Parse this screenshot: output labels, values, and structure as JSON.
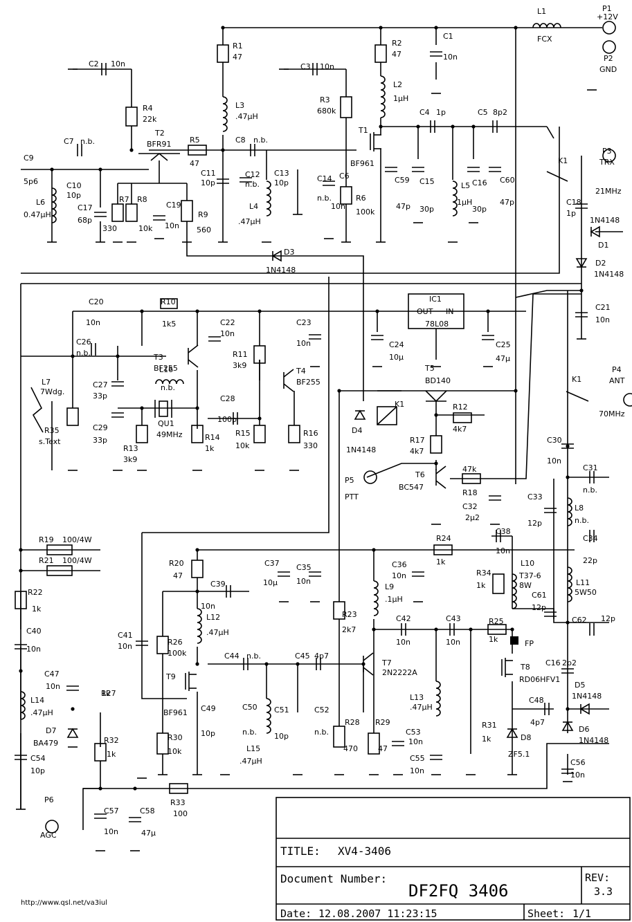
{
  "title_block": {
    "title_label": "TITLE:",
    "title_value": "XV4-3406",
    "docnum_label": "Document Number:",
    "docnum_value": "DF2FQ 3406",
    "rev_label": "REV:",
    "rev_value": "3.3",
    "date_label": "Date:",
    "date_value": "12.08.2007 11:23:15",
    "sheet_label": "Sheet:",
    "sheet_value": "1/1"
  },
  "url": "http://www.qsl.net/va3iul",
  "labels": [
    {
      "id": "p1",
      "t": "P1"
    },
    {
      "id": "p1v",
      "t": "+12V"
    },
    {
      "id": "p2",
      "t": "P2"
    },
    {
      "id": "p2v",
      "t": "GND"
    },
    {
      "id": "l1",
      "t": "L1"
    },
    {
      "id": "l1v",
      "t": "FCX"
    },
    {
      "id": "p3",
      "t": "P3"
    },
    {
      "id": "p3v",
      "t": "TRX"
    },
    {
      "id": "p3f",
      "t": "21MHz"
    },
    {
      "id": "p4",
      "t": "P4"
    },
    {
      "id": "p4v",
      "t": "ANT"
    },
    {
      "id": "p4f",
      "t": "70MHz"
    },
    {
      "id": "p5",
      "t": "P5"
    },
    {
      "id": "p5v",
      "t": "PTT"
    },
    {
      "id": "p6",
      "t": "P6"
    },
    {
      "id": "p6v",
      "t": "AGC"
    },
    {
      "id": "r1",
      "t": "R1"
    },
    {
      "id": "r1v",
      "t": "47"
    },
    {
      "id": "r2",
      "t": "R2"
    },
    {
      "id": "r2v",
      "t": "47"
    },
    {
      "id": "c1",
      "t": "C1"
    },
    {
      "id": "c1v",
      "t": "10n"
    },
    {
      "id": "c2",
      "t": "C2"
    },
    {
      "id": "c2v",
      "t": "10n"
    },
    {
      "id": "c3",
      "t": "C3"
    },
    {
      "id": "c3v",
      "t": "10n"
    },
    {
      "id": "r3",
      "t": "R3"
    },
    {
      "id": "r3v",
      "t": "680k"
    },
    {
      "id": "l2",
      "t": "L2"
    },
    {
      "id": "l2v",
      "t": "1µH"
    },
    {
      "id": "r4",
      "t": "R4"
    },
    {
      "id": "r4v",
      "t": "22k"
    },
    {
      "id": "l3",
      "t": "L3"
    },
    {
      "id": "l3v",
      "t": ".47µH"
    },
    {
      "id": "c4",
      "t": "C4"
    },
    {
      "id": "c4v",
      "t": "1p"
    },
    {
      "id": "c5",
      "t": "C5"
    },
    {
      "id": "c5v",
      "t": "8p2"
    },
    {
      "id": "t2",
      "t": "T2"
    },
    {
      "id": "t2v",
      "t": "BFR91"
    },
    {
      "id": "r5",
      "t": "R5"
    },
    {
      "id": "r5v",
      "t": "47"
    },
    {
      "id": "c7",
      "t": "C7"
    },
    {
      "id": "c7v",
      "t": "n.b."
    },
    {
      "id": "c8",
      "t": "C8"
    },
    {
      "id": "c8v",
      "t": "n.b."
    },
    {
      "id": "t1",
      "t": "T1"
    },
    {
      "id": "t1v",
      "t": "BF961"
    },
    {
      "id": "k1a",
      "t": "K1"
    },
    {
      "id": "c9",
      "t": "C9"
    },
    {
      "id": "c9v",
      "t": "5p6"
    },
    {
      "id": "c10",
      "t": "C10"
    },
    {
      "id": "c10v",
      "t": "10p"
    },
    {
      "id": "c11",
      "t": "C11"
    },
    {
      "id": "c11v",
      "t": "10p"
    },
    {
      "id": "c12",
      "t": "C12"
    },
    {
      "id": "c12v",
      "t": "n.b."
    },
    {
      "id": "c13",
      "t": "C13"
    },
    {
      "id": "c13v",
      "t": "10p"
    },
    {
      "id": "c14",
      "t": "C14"
    },
    {
      "id": "c14v",
      "t": "n.b."
    },
    {
      "id": "c6",
      "t": "C6"
    },
    {
      "id": "c6v",
      "t": "10n"
    },
    {
      "id": "c59",
      "t": "C59"
    },
    {
      "id": "c59v",
      "t": "47p"
    },
    {
      "id": "c15",
      "t": "C15"
    },
    {
      "id": "c15v",
      "t": "30p"
    },
    {
      "id": "l5",
      "t": "L5"
    },
    {
      "id": "l5v",
      "t": "1µH"
    },
    {
      "id": "c16",
      "t": "C16"
    },
    {
      "id": "c16v",
      "t": "30p"
    },
    {
      "id": "c60",
      "t": "C60"
    },
    {
      "id": "c60v",
      "t": "47p"
    },
    {
      "id": "l6",
      "t": "L6"
    },
    {
      "id": "l6v",
      "t": "0.47µH"
    },
    {
      "id": "c17",
      "t": "C17"
    },
    {
      "id": "c17v",
      "t": "68p"
    },
    {
      "id": "r7",
      "t": "R7"
    },
    {
      "id": "r7v",
      "t": "330"
    },
    {
      "id": "r8",
      "t": "R8"
    },
    {
      "id": "r8v",
      "t": "10k"
    },
    {
      "id": "c19",
      "t": "C19"
    },
    {
      "id": "c19v",
      "t": "10n"
    },
    {
      "id": "r9",
      "t": "R9"
    },
    {
      "id": "r9v",
      "t": "560"
    },
    {
      "id": "l4",
      "t": "L4"
    },
    {
      "id": "l4v",
      "t": ".47µH"
    },
    {
      "id": "r6",
      "t": "R6"
    },
    {
      "id": "r6v",
      "t": "100k"
    },
    {
      "id": "c18",
      "t": "C18"
    },
    {
      "id": "c18v",
      "t": "1p"
    },
    {
      "id": "d1v",
      "t": "1N4148"
    },
    {
      "id": "d1",
      "t": "D1"
    },
    {
      "id": "d2",
      "t": "D2"
    },
    {
      "id": "d2v",
      "t": "1N4148"
    },
    {
      "id": "d3",
      "t": "D3"
    },
    {
      "id": "d3v",
      "t": "1N4148"
    },
    {
      "id": "c20",
      "t": "C20"
    },
    {
      "id": "c20v",
      "t": "10n"
    },
    {
      "id": "r10",
      "t": "R10"
    },
    {
      "id": "r10v",
      "t": "1k5"
    },
    {
      "id": "c22",
      "t": "C22"
    },
    {
      "id": "c22v",
      "t": "10n"
    },
    {
      "id": "c23",
      "t": "C23"
    },
    {
      "id": "c23v",
      "t": "10n"
    },
    {
      "id": "ic1",
      "t": "IC1"
    },
    {
      "id": "ic1out",
      "t": "OUT"
    },
    {
      "id": "ic1in",
      "t": "IN"
    },
    {
      "id": "ic1v",
      "t": "78L08"
    },
    {
      "id": "c21",
      "t": "C21"
    },
    {
      "id": "c21v",
      "t": "10n"
    },
    {
      "id": "c26",
      "t": "C26"
    },
    {
      "id": "c26v",
      "t": "n.b."
    },
    {
      "id": "t3",
      "t": "T3"
    },
    {
      "id": "t3v",
      "t": "BF255"
    },
    {
      "id": "r11",
      "t": "R11"
    },
    {
      "id": "r11v",
      "t": "3k9"
    },
    {
      "id": "c24",
      "t": "C24"
    },
    {
      "id": "c24v",
      "t": "10µ"
    },
    {
      "id": "c25",
      "t": "C25"
    },
    {
      "id": "c25v",
      "t": "47µ"
    },
    {
      "id": "l7",
      "t": "L7"
    },
    {
      "id": "l7v",
      "t": "7Wdg."
    },
    {
      "id": "c27",
      "t": "C27"
    },
    {
      "id": "c27v",
      "t": "33p"
    },
    {
      "id": "l16",
      "t": "L16"
    },
    {
      "id": "l16v",
      "t": "n.b."
    },
    {
      "id": "t4",
      "t": "T4"
    },
    {
      "id": "t4v",
      "t": "BF255"
    },
    {
      "id": "t5",
      "t": "T5"
    },
    {
      "id": "t5v",
      "t": "BD140"
    },
    {
      "id": "k1b",
      "t": "K1"
    },
    {
      "id": "c28",
      "t": "C28"
    },
    {
      "id": "c28v",
      "t": "100p"
    },
    {
      "id": "r12",
      "t": "R12"
    },
    {
      "id": "r12v",
      "t": "4k7"
    },
    {
      "id": "r35",
      "t": "R35"
    },
    {
      "id": "r35v",
      "t": "s.Text"
    },
    {
      "id": "c29",
      "t": "C29"
    },
    {
      "id": "c29v",
      "t": "33p"
    },
    {
      "id": "qu1",
      "t": "QU1"
    },
    {
      "id": "qu1v",
      "t": "49MHz"
    },
    {
      "id": "r14",
      "t": "R14"
    },
    {
      "id": "r14v",
      "t": "1k"
    },
    {
      "id": "r15",
      "t": "R15"
    },
    {
      "id": "r15v",
      "t": "10k"
    },
    {
      "id": "r16",
      "t": "R16"
    },
    {
      "id": "r16v",
      "t": "330"
    },
    {
      "id": "d4",
      "t": "D4"
    },
    {
      "id": "d4v",
      "t": "1N4148"
    },
    {
      "id": "r17",
      "t": "R17"
    },
    {
      "id": "r17v",
      "t": "4k7"
    },
    {
      "id": "r13",
      "t": "R13"
    },
    {
      "id": "r13v",
      "t": "3k9"
    },
    {
      "id": "k1c",
      "t": "K1"
    },
    {
      "id": "c30",
      "t": "C30"
    },
    {
      "id": "c30v",
      "t": "10n"
    },
    {
      "id": "c31",
      "t": "C31"
    },
    {
      "id": "c31v",
      "t": "n.b."
    },
    {
      "id": "t6",
      "t": "T6"
    },
    {
      "id": "t6v",
      "t": "BC547"
    },
    {
      "id": "r18v",
      "t": "47k"
    },
    {
      "id": "r18",
      "t": "R18"
    },
    {
      "id": "c32",
      "t": "C32"
    },
    {
      "id": "c32v",
      "t": "2µ2"
    },
    {
      "id": "c33",
      "t": "C33"
    },
    {
      "id": "c33v",
      "t": "12p"
    },
    {
      "id": "l8",
      "t": "L8"
    },
    {
      "id": "l8v",
      "t": "n.b."
    },
    {
      "id": "r19",
      "t": "R19"
    },
    {
      "id": "r19v",
      "t": "100/4W"
    },
    {
      "id": "r21",
      "t": "R21"
    },
    {
      "id": "r21v",
      "t": "100/4W"
    },
    {
      "id": "c38",
      "t": "C38"
    },
    {
      "id": "c38v",
      "t": "10n"
    },
    {
      "id": "c34",
      "t": "C34"
    },
    {
      "id": "c34v",
      "t": "22p"
    },
    {
      "id": "r20",
      "t": "R20"
    },
    {
      "id": "r20v",
      "t": "47"
    },
    {
      "id": "c37",
      "t": "C37"
    },
    {
      "id": "c37v",
      "t": "10µ"
    },
    {
      "id": "c35",
      "t": "C35"
    },
    {
      "id": "c35v",
      "t": "10n"
    },
    {
      "id": "r24",
      "t": "R24"
    },
    {
      "id": "r24v",
      "t": "1k"
    },
    {
      "id": "c36",
      "t": "C36"
    },
    {
      "id": "c36v",
      "t": "10n"
    },
    {
      "id": "r34",
      "t": "R34"
    },
    {
      "id": "r34v",
      "t": "1k"
    },
    {
      "id": "l10",
      "t": "L10"
    },
    {
      "id": "l10a",
      "t": "T37-6"
    },
    {
      "id": "l10b",
      "t": "8W"
    },
    {
      "id": "l11",
      "t": "L11"
    },
    {
      "id": "l11v",
      "t": "5W50"
    },
    {
      "id": "r22",
      "t": "R22"
    },
    {
      "id": "r22v",
      "t": "1k"
    },
    {
      "id": "c39",
      "t": "C39"
    },
    {
      "id": "c39v",
      "t": "10n"
    },
    {
      "id": "l9",
      "t": "L9"
    },
    {
      "id": "l9v",
      "t": ".1µH"
    },
    {
      "id": "c61",
      "t": "C61"
    },
    {
      "id": "c61v",
      "t": "12p"
    },
    {
      "id": "c40",
      "t": "C40"
    },
    {
      "id": "c40v",
      "t": "10n"
    },
    {
      "id": "r26",
      "t": "R26"
    },
    {
      "id": "r26v",
      "t": "100k"
    },
    {
      "id": "l12",
      "t": "L12"
    },
    {
      "id": "l12v",
      "t": ".47µH"
    },
    {
      "id": "r23",
      "t": "R23"
    },
    {
      "id": "r23v",
      "t": "2k7"
    },
    {
      "id": "c42",
      "t": "C42"
    },
    {
      "id": "c42v",
      "t": "10n"
    },
    {
      "id": "c43",
      "t": "C43"
    },
    {
      "id": "c43v",
      "t": "10n"
    },
    {
      "id": "r25",
      "t": "R25"
    },
    {
      "id": "r25v",
      "t": "1k"
    },
    {
      "id": "c62",
      "t": "C62"
    },
    {
      "id": "c62v",
      "t": "12p"
    },
    {
      "id": "c41",
      "t": "C41"
    },
    {
      "id": "c41v",
      "t": "10n"
    },
    {
      "id": "fp",
      "t": "FP"
    },
    {
      "id": "c44",
      "t": "C44"
    },
    {
      "id": "c44v",
      "t": "n.b."
    },
    {
      "id": "c45",
      "t": "C45"
    },
    {
      "id": "c45v",
      "t": "4p7"
    },
    {
      "id": "c16b",
      "t": "C16"
    },
    {
      "id": "c16bv",
      "t": "2p2"
    },
    {
      "id": "c47",
      "t": "C47"
    },
    {
      "id": "c47v",
      "t": "10n"
    },
    {
      "id": "r27",
      "t": "R27"
    },
    {
      "id": "r27v",
      "t": "1k"
    },
    {
      "id": "t9",
      "t": "T9"
    },
    {
      "id": "t9v",
      "t": "BF961"
    },
    {
      "id": "t7",
      "t": "T7"
    },
    {
      "id": "t7v",
      "t": "2N2222A"
    },
    {
      "id": "t8",
      "t": "T8"
    },
    {
      "id": "t8v",
      "t": "RD06HFV1"
    },
    {
      "id": "d5",
      "t": "D5"
    },
    {
      "id": "d5v",
      "t": "1N4148"
    },
    {
      "id": "l14",
      "t": "L14"
    },
    {
      "id": "l14v",
      "t": ".47µH"
    },
    {
      "id": "c48",
      "t": "C48"
    },
    {
      "id": "c48v",
      "t": "4p7"
    },
    {
      "id": "c49",
      "t": "C49"
    },
    {
      "id": "c49v",
      "t": "10p"
    },
    {
      "id": "c50",
      "t": "C50"
    },
    {
      "id": "c50v",
      "t": "n.b."
    },
    {
      "id": "c51",
      "t": "C51"
    },
    {
      "id": "c51v",
      "t": "10p"
    },
    {
      "id": "c52",
      "t": "C52"
    },
    {
      "id": "c52v",
      "t": "n.b."
    },
    {
      "id": "l13",
      "t": "L13"
    },
    {
      "id": "l13v",
      "t": ".47µH"
    },
    {
      "id": "d7",
      "t": "D7"
    },
    {
      "id": "d7v",
      "t": "BA479"
    },
    {
      "id": "r32",
      "t": "R32"
    },
    {
      "id": "r32v",
      "t": "1k"
    },
    {
      "id": "r28",
      "t": "R28"
    },
    {
      "id": "r28v",
      "t": "470"
    },
    {
      "id": "r29",
      "t": "R29"
    },
    {
      "id": "r29v",
      "t": "47"
    },
    {
      "id": "c53",
      "t": "C53"
    },
    {
      "id": "c53v",
      "t": "10n"
    },
    {
      "id": "r31",
      "t": "R31"
    },
    {
      "id": "r31v",
      "t": "1k"
    },
    {
      "id": "d8",
      "t": "D8"
    },
    {
      "id": "d8v",
      "t": "ZF5.1"
    },
    {
      "id": "d6",
      "t": "D6"
    },
    {
      "id": "d6v",
      "t": "1N4148"
    },
    {
      "id": "r30",
      "t": "R30"
    },
    {
      "id": "r30v",
      "t": "10k"
    },
    {
      "id": "l15",
      "t": "L15"
    },
    {
      "id": "l15v",
      "t": ".47µH"
    },
    {
      "id": "c55",
      "t": "C55"
    },
    {
      "id": "c55v",
      "t": "10n"
    },
    {
      "id": "c56",
      "t": "C56"
    },
    {
      "id": "c56v",
      "t": "10n"
    },
    {
      "id": "c54",
      "t": "C54"
    },
    {
      "id": "c54v",
      "t": "10p"
    },
    {
      "id": "r33",
      "t": "R33"
    },
    {
      "id": "r33v",
      "t": "100"
    },
    {
      "id": "c57",
      "t": "C57"
    },
    {
      "id": "c57v",
      "t": "10n"
    },
    {
      "id": "c58",
      "t": "C58"
    },
    {
      "id": "c58v",
      "t": "47µ"
    }
  ]
}
